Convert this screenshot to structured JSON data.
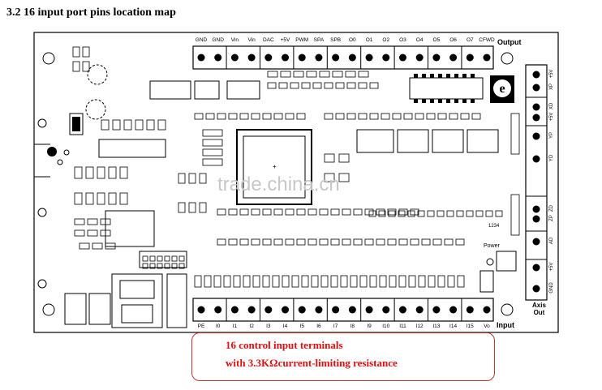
{
  "title": "3.2 16 input port pins location map",
  "output_label": "Output",
  "input_label": "Input",
  "axis_out_label": "Axis\nOut",
  "power_label": "Power",
  "logo_letter": "e",
  "chip_label": "1234",
  "output_pins": [
    "GND",
    "GND",
    "Vin",
    "Vin",
    "DAC",
    "+5V",
    "PWM",
    "SPA",
    "SPB",
    "O0",
    "O1",
    "O2",
    "O3",
    "O4",
    "O5",
    "O6",
    "O7",
    "CFWD"
  ],
  "input_pins": [
    "PE",
    "I0",
    "I1",
    "I2",
    "I3",
    "I4",
    "I5",
    "I6",
    "I7",
    "I8",
    "I9",
    "I10",
    "I11",
    "I12",
    "I13",
    "I14",
    "I15",
    "Vo"
  ],
  "axis_pins": [
    "+5V",
    "XP",
    "XD",
    "+5V",
    "YP",
    "YD",
    "ZD",
    "ZP",
    "AD",
    "+5V",
    "GND"
  ],
  "annotation": {
    "line1": "16 control input terminals",
    "line2": "with 3.3KΩcurrent-limiting resistance"
  },
  "watermark": "trade.china.cn",
  "colors": {
    "annotation": "#e01010",
    "board": "#000000"
  }
}
